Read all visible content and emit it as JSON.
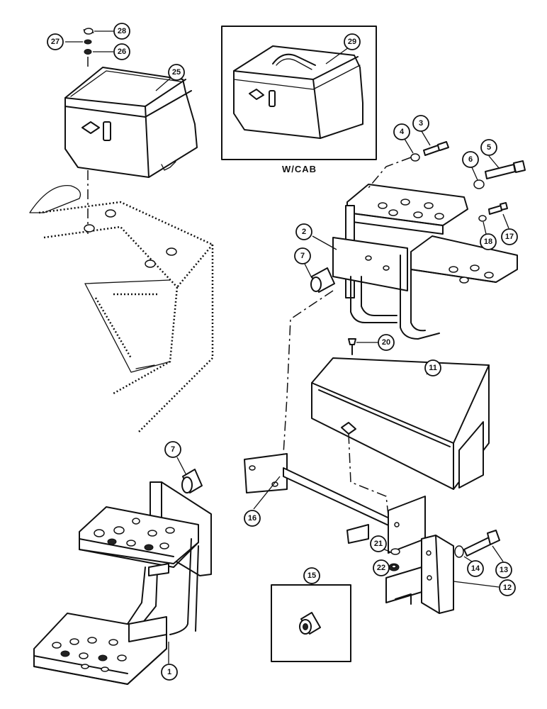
{
  "inset_caption": "W/CAB",
  "callouts": [
    {
      "id": "c1",
      "label": "1"
    },
    {
      "id": "c2",
      "label": "2"
    },
    {
      "id": "c3",
      "label": "3"
    },
    {
      "id": "c4",
      "label": "4"
    },
    {
      "id": "c5",
      "label": "5"
    },
    {
      "id": "c6",
      "label": "6"
    },
    {
      "id": "c7a",
      "label": "7"
    },
    {
      "id": "c7b",
      "label": "7"
    },
    {
      "id": "c11",
      "label": "11"
    },
    {
      "id": "c12",
      "label": "12"
    },
    {
      "id": "c13",
      "label": "13"
    },
    {
      "id": "c14",
      "label": "14"
    },
    {
      "id": "c15",
      "label": "15"
    },
    {
      "id": "c16",
      "label": "16"
    },
    {
      "id": "c17",
      "label": "17"
    },
    {
      "id": "c18",
      "label": "18"
    },
    {
      "id": "c20",
      "label": "20"
    },
    {
      "id": "c21",
      "label": "21"
    },
    {
      "id": "c22",
      "label": "22"
    },
    {
      "id": "c25",
      "label": "25"
    },
    {
      "id": "c26",
      "label": "26"
    },
    {
      "id": "c27",
      "label": "27"
    },
    {
      "id": "c28",
      "label": "28"
    },
    {
      "id": "c29",
      "label": "29"
    }
  ]
}
